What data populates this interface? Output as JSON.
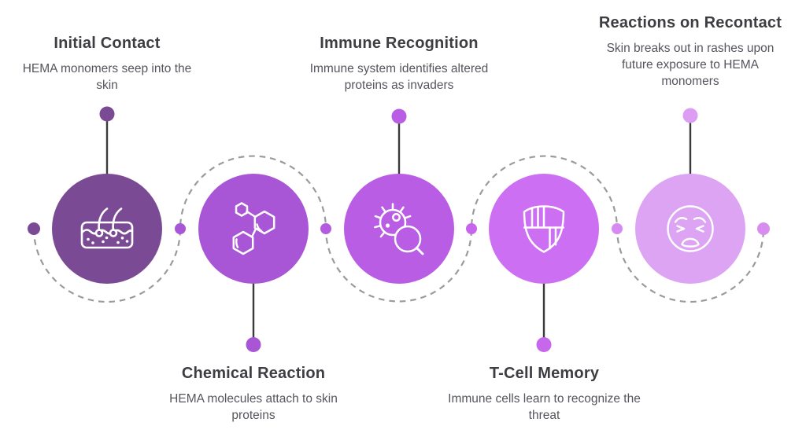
{
  "page": {
    "background": "#ffffff"
  },
  "icon_color": "#ffffff",
  "connector": {
    "style": "dashed",
    "color": "#9b9b9b",
    "left_end_dot_color": "#7a4b94",
    "right_end_dot_color": "#d98cef",
    "mid_dot_colors": [
      "#a756d6",
      "#b35cdf",
      "#c666ec",
      "#d68af3"
    ]
  },
  "stem": {
    "color": "#3b3b3b"
  },
  "steps": [
    {
      "title": "Initial Contact",
      "description": "HEMA monomers seep into the skin",
      "color": "#7a4b94",
      "dot_color": "#7a4b94",
      "icon": "skin-icon",
      "label_position": "top"
    },
    {
      "title": "Chemical Reaction",
      "description": "HEMA molecules attach to skin proteins",
      "color": "#a956d6",
      "dot_color": "#a956d6",
      "icon": "molecule-icon",
      "label_position": "bottom"
    },
    {
      "title": "Immune Recognition",
      "description": "Immune system identifies altered proteins as invaders",
      "color": "#ba5de5",
      "dot_color": "#ba5de5",
      "icon": "germ-magnifier-icon",
      "label_position": "top"
    },
    {
      "title": "T-Cell Memory",
      "description": "Immune cells learn to recognize the threat",
      "color": "#cd6ff2",
      "dot_color": "#c667ec",
      "icon": "shield-icon",
      "label_position": "bottom"
    },
    {
      "title": "Reactions on Recontact",
      "description": "Skin breaks out in rashes upon future exposure to HEMA monomers",
      "color": "#dea4f4",
      "dot_color": "#dc9ef3",
      "icon": "weary-face-icon",
      "label_position": "top"
    }
  ]
}
